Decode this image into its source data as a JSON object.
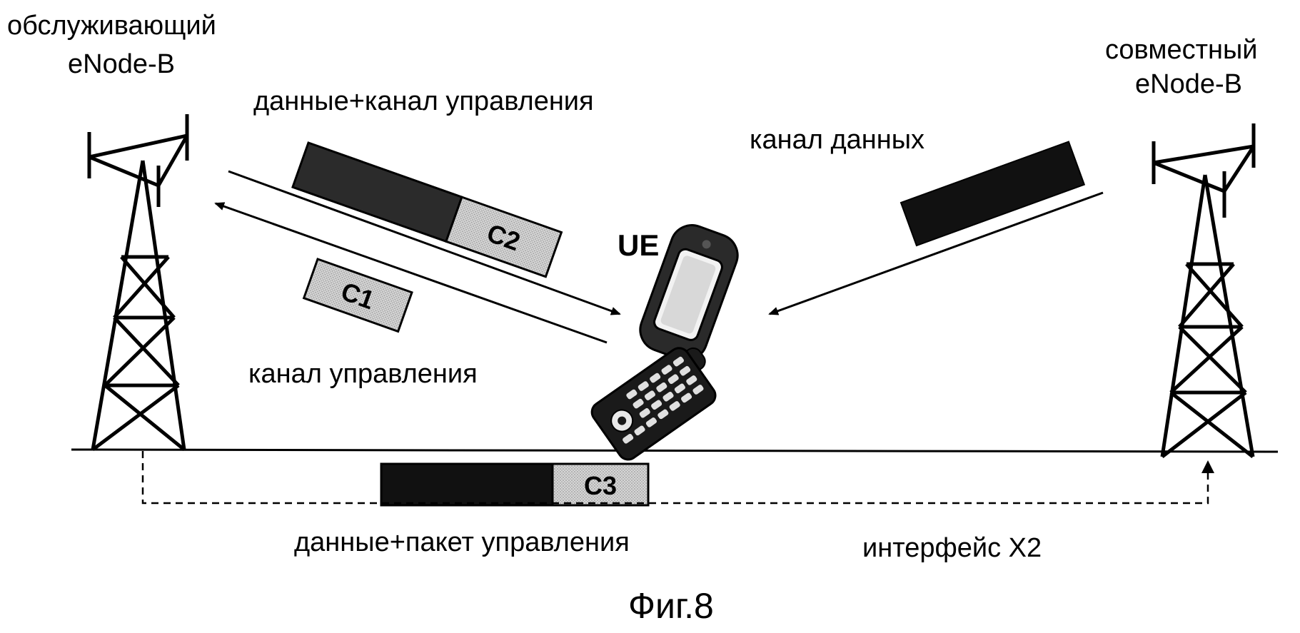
{
  "labels": {
    "serving_enb_line1": "обслуживающий",
    "serving_enb_line2": "eNode-B",
    "coop_enb_line1": "совместный",
    "coop_enb_line2": "eNode-B",
    "data_control_channel": "данные+канал управления",
    "data_channel": "канал данных",
    "control_channel": "канал управления",
    "ue": "UE",
    "data_control_packet": "данные+пакет управления",
    "x2_interface": "интерфейс X2",
    "figure_caption": "Фиг.8"
  },
  "packets": {
    "c1": "C1",
    "c2": "C2",
    "c3": "C3"
  },
  "colors": {
    "ink": "#000000",
    "data_block": "#111111",
    "data_block_dark": "#2b2b2b",
    "control_block": "#c8c8c8"
  }
}
